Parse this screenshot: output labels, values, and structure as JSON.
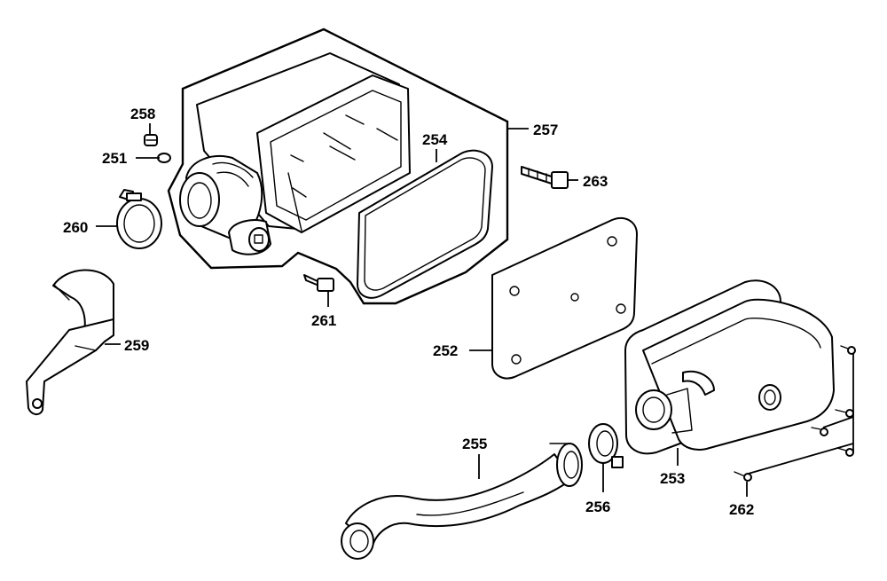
{
  "labels": {
    "p251": "251",
    "p252": "252",
    "p253": "253",
    "p254": "254",
    "p255": "255",
    "p256": "256",
    "p257": "257",
    "p258": "258",
    "p259": "259",
    "p260": "260",
    "p261": "261",
    "p262": "262",
    "p263": "263"
  }
}
